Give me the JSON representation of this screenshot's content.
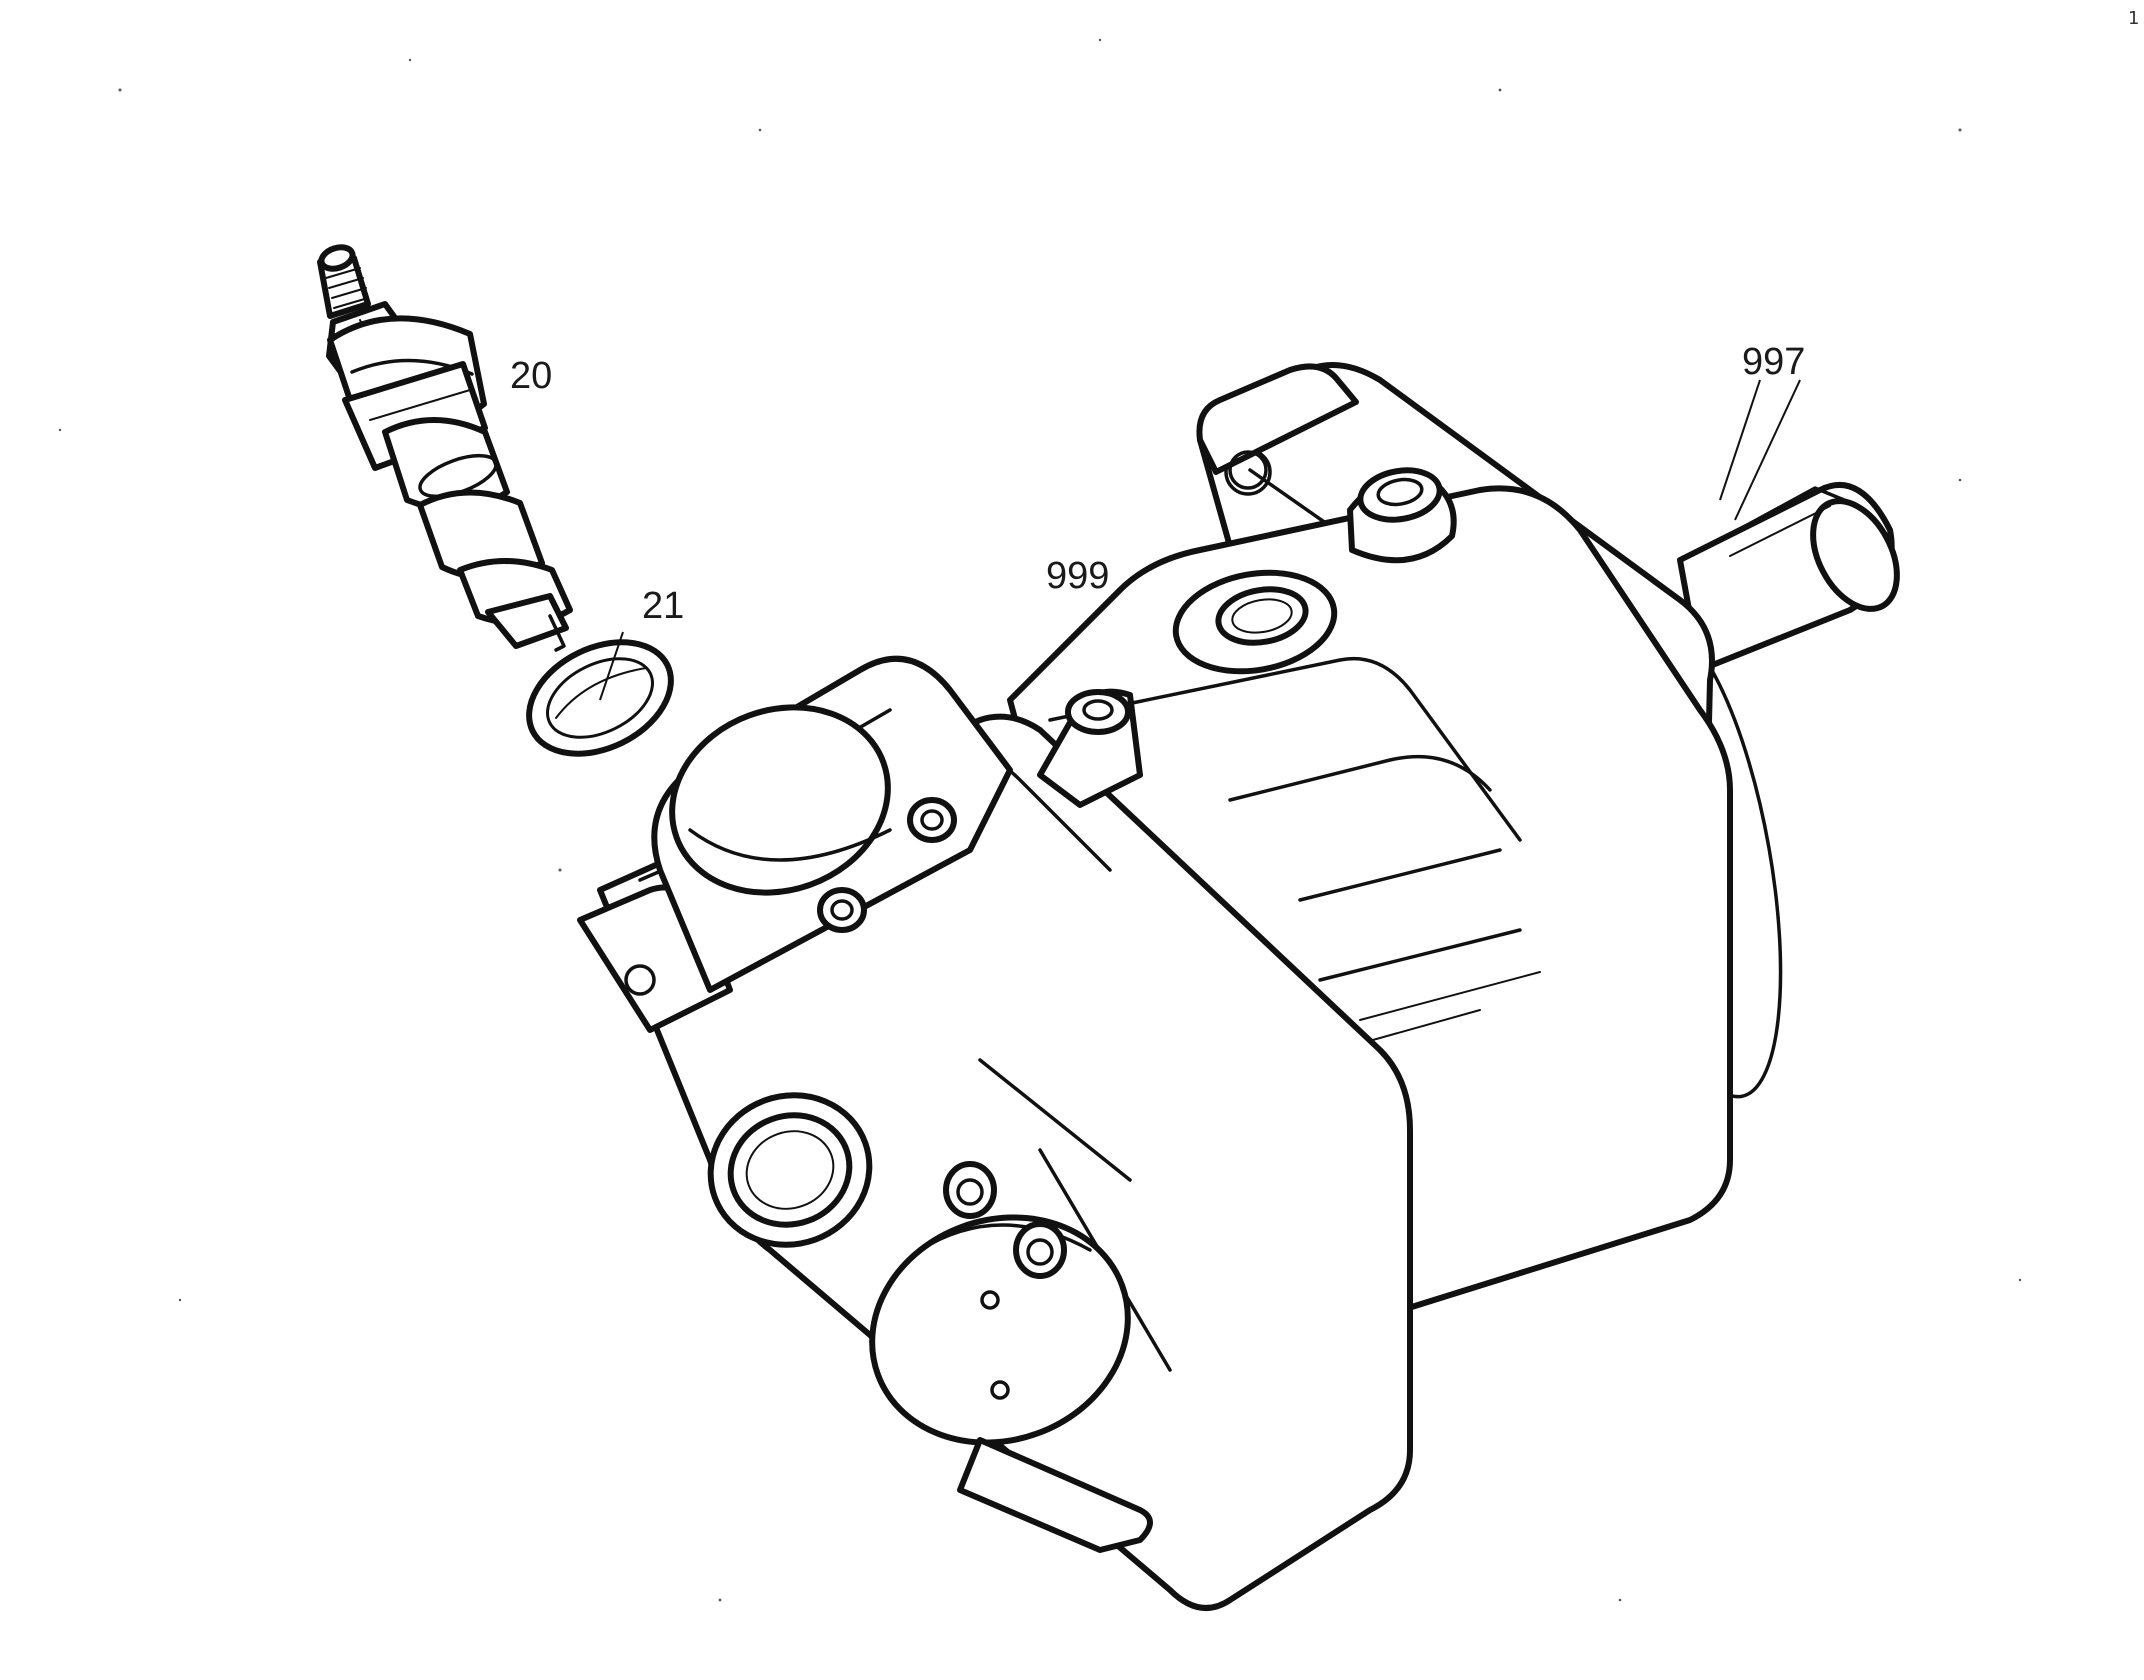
{
  "diagram": {
    "type": "exploded-parts-drawing",
    "labels": {
      "part_20": "20",
      "part_21": "21",
      "part_999": "999",
      "part_997": "997"
    },
    "corner_mark": "1"
  }
}
